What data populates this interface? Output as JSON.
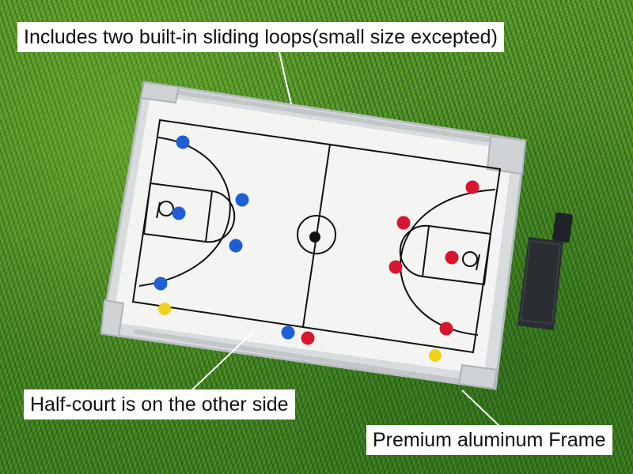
{
  "callouts": {
    "loops": "Includes two built-in sliding loops(small size excepted)",
    "half_court": "Half-court is on the other side",
    "frame": "Premium aluminum Frame"
  },
  "colors": {
    "grass": "#4c8b25",
    "board": "#f4f5f3",
    "frame": "#d9dcde",
    "court_line": "#111111",
    "magnet_blue": "#1f5fd6",
    "magnet_red": "#d8152f",
    "magnet_yellow": "#f0d21c",
    "eraser": "#2a2d31"
  },
  "icons": [
    "blue-magnet-icon",
    "red-magnet-icon",
    "yellow-magnet-icon",
    "eraser-icon"
  ]
}
